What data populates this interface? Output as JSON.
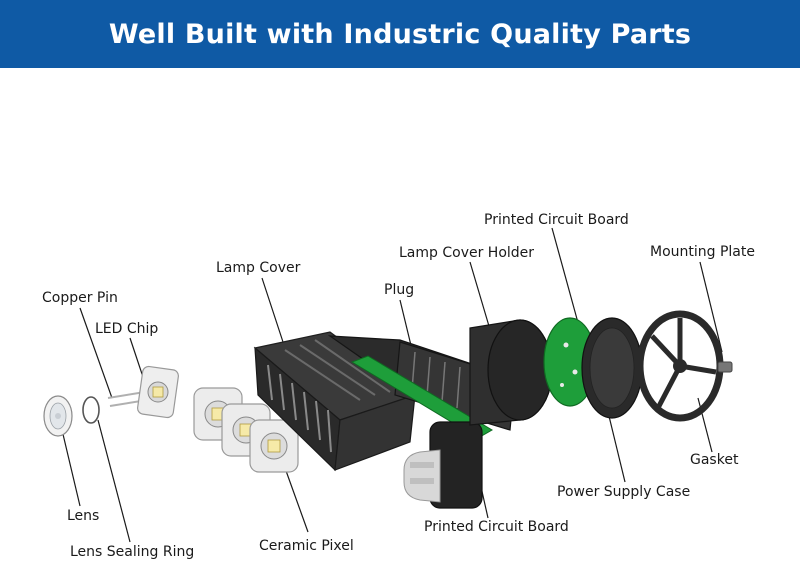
{
  "header": {
    "title": "Well Built with Industric Quality Parts"
  },
  "colors": {
    "banner": "#0f5aa5",
    "pcb_green": "#1e9e3a",
    "housing": "#2b2b2b",
    "ceramic": "#e6e6e6"
  },
  "labels": {
    "copper_pin": "Copper Pin",
    "led_chip": "LED Chip",
    "lamp_cover": "Lamp Cover",
    "plug": "Plug",
    "lamp_cover_holder": "Lamp Cover Holder",
    "pcb_top": "Printed Circuit Board",
    "mounting_plate": "Mounting Plate",
    "gasket": "Gasket",
    "power_supply_case": "Power Supply Case",
    "pcb_bottom": "Printed Circuit Board",
    "ceramic_pixel": "Ceramic Pixel",
    "lens_sealing_ring": "Lens Sealing Ring",
    "lens": "Lens"
  }
}
